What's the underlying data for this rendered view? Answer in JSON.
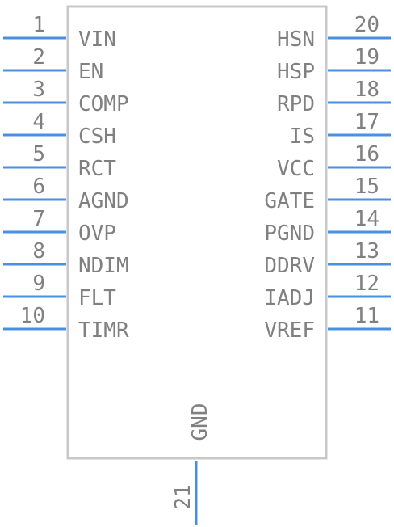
{
  "component": {
    "body_color": "#c8c8c8",
    "pin_color": "#4a90e2",
    "text_color": "#808080"
  },
  "left_pins": [
    {
      "number": "1",
      "name": "VIN"
    },
    {
      "number": "2",
      "name": "EN"
    },
    {
      "number": "3",
      "name": "COMP"
    },
    {
      "number": "4",
      "name": "CSH"
    },
    {
      "number": "5",
      "name": "RCT"
    },
    {
      "number": "6",
      "name": "AGND"
    },
    {
      "number": "7",
      "name": "OVP"
    },
    {
      "number": "8",
      "name": "NDIM"
    },
    {
      "number": "9",
      "name": "FLT"
    },
    {
      "number": "10",
      "name": "TIMR"
    }
  ],
  "right_pins": [
    {
      "number": "20",
      "name": "HSN"
    },
    {
      "number": "19",
      "name": "HSP"
    },
    {
      "number": "18",
      "name": "RPD"
    },
    {
      "number": "17",
      "name": "IS"
    },
    {
      "number": "16",
      "name": "VCC"
    },
    {
      "number": "15",
      "name": "GATE"
    },
    {
      "number": "14",
      "name": "PGND"
    },
    {
      "number": "13",
      "name": "DDRV"
    },
    {
      "number": "12",
      "name": "IADJ"
    },
    {
      "number": "11",
      "name": "VREF"
    }
  ],
  "bottom_pin": {
    "number": "21",
    "name": "GND"
  }
}
